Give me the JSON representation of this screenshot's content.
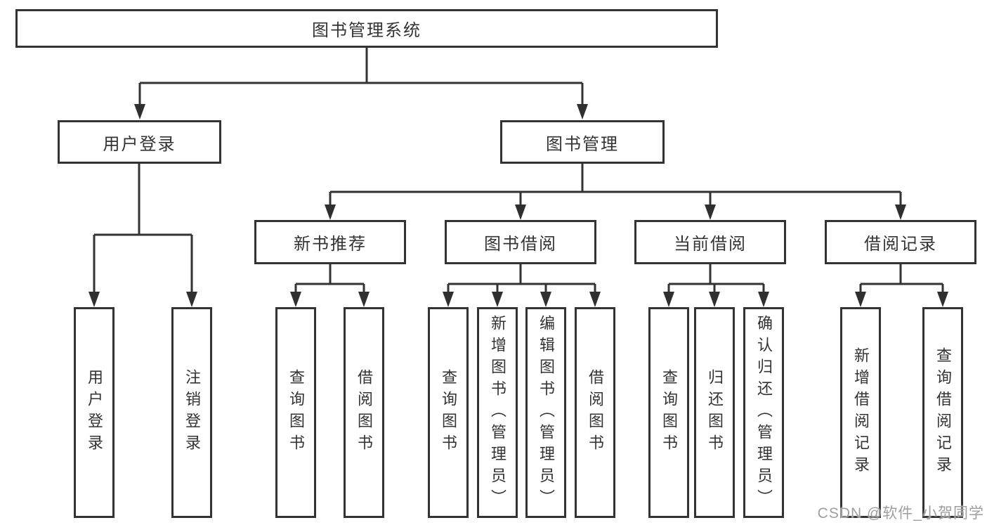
{
  "diagram": {
    "root": {
      "label": "图书管理系统"
    },
    "level2": [
      {
        "label": "用户登录",
        "children": [
          {
            "label": "用户登录"
          },
          {
            "label": "注销登录"
          }
        ]
      },
      {
        "label": "图书管理",
        "children": [
          {
            "label": "新书推荐",
            "children": [
              {
                "label": "查询图书"
              },
              {
                "label": "借阅图书"
              }
            ]
          },
          {
            "label": "图书借阅",
            "children": [
              {
                "label": "查询图书"
              },
              {
                "label": "新增图书（管理员）"
              },
              {
                "label": "编辑图书（管理员）"
              },
              {
                "label": "借阅图书"
              }
            ]
          },
          {
            "label": "当前借阅",
            "children": [
              {
                "label": "查询图书"
              },
              {
                "label": "归还图书"
              },
              {
                "label": "确认归还（管理员）"
              }
            ]
          },
          {
            "label": "借阅记录",
            "children": [
              {
                "label": "新增借阅记录"
              },
              {
                "label": "查询借阅记录"
              }
            ]
          }
        ]
      }
    ]
  },
  "watermark": {
    "text": "CSDN @软件_小贺同学"
  },
  "colors": {
    "line": "#333333",
    "box_border": "#333333",
    "text": "#333333",
    "watermark_text": "#9e9e9e",
    "background": "#ffffff"
  }
}
